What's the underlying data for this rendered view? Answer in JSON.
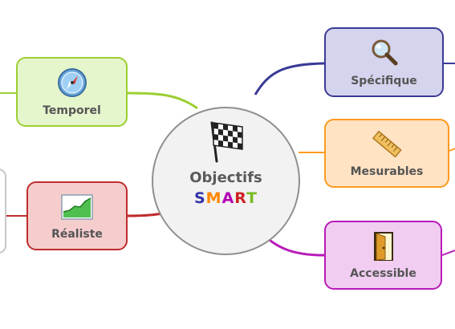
{
  "center": {
    "title": "Objectifs",
    "acronym_letters": [
      "S",
      "M",
      "A",
      "R",
      "T"
    ],
    "acronym_colors": [
      "#3333aa",
      "#ff8800",
      "#b500b5",
      "#cc2222",
      "#77bb22"
    ],
    "icon": "checkered-flag-icon"
  },
  "branches": [
    {
      "id": "specifique",
      "label": "Spécifique",
      "icon": "magnifier-icon",
      "color": "#3a3a96",
      "fill": "#d5d4ee"
    },
    {
      "id": "mesurables",
      "label": "Mesurables",
      "icon": "ruler-icon",
      "color": "#ff9a1f",
      "fill": "#ffe3c3"
    },
    {
      "id": "accessible",
      "label": "Accessible",
      "icon": "door-icon",
      "color": "#b81ab8",
      "fill": "#f1cdf1"
    },
    {
      "id": "temporel",
      "label": "Temporel",
      "icon": "compass-icon",
      "color": "#9ccf33",
      "fill": "#e5f5cc"
    },
    {
      "id": "realiste",
      "label": "Réaliste",
      "icon": "growth-chart-icon",
      "color": "#bf2d2d",
      "fill": "#f5cdcd"
    }
  ]
}
